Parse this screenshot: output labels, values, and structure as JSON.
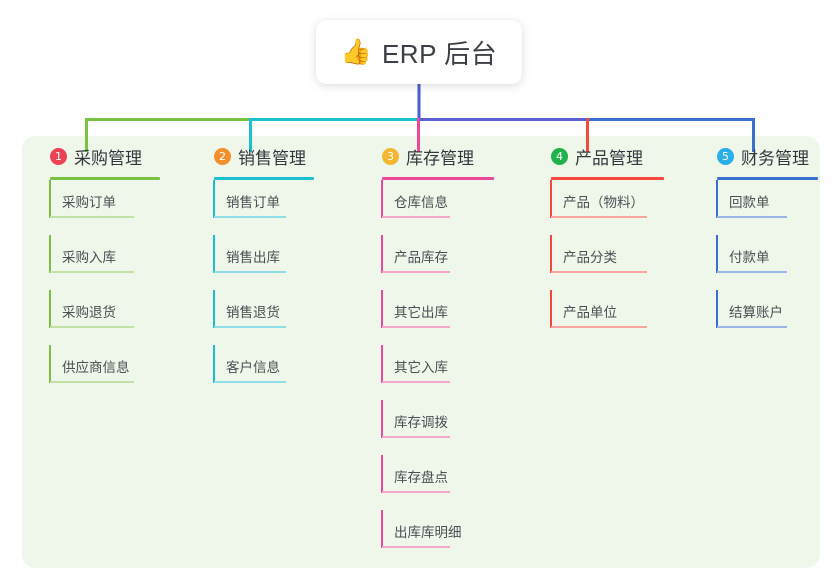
{
  "diagram": {
    "title": "ERP 后台",
    "root": {
      "icon": "thumbs-up-icon",
      "icon_glyph": "👍",
      "label": "ERP 后台"
    },
    "panel_bg": "#eef7e9",
    "branches": [
      {
        "index": "1",
        "label": "采购管理",
        "color": "#7cc242",
        "child_color": "#c3e1a4",
        "badge_color": "#ea4454",
        "children": [
          "采购订单",
          "采购入库",
          "采购退货",
          "供应商信息"
        ]
      },
      {
        "index": "2",
        "label": "销售管理",
        "color": "#1cbfcf",
        "child_color": "#8fdde6",
        "badge_color": "#f0912e",
        "children": [
          "销售订单",
          "销售出库",
          "销售退货",
          "客户信息"
        ]
      },
      {
        "index": "3",
        "label": "库存管理",
        "color": "#ec4899",
        "child_color": "#f4a6cb",
        "badge_color": "#f5b731",
        "children": [
          "仓库信息",
          "产品库存",
          "其它出库",
          "其它入库",
          "库存调拨",
          "库存盘点",
          "出库库明细"
        ]
      },
      {
        "index": "4",
        "label": "产品管理",
        "color": "#f5493d",
        "child_color": "#f9a49e",
        "badge_color": "#22b24c",
        "children": [
          "产品（物料）",
          "产品分类",
          "产品单位"
        ]
      },
      {
        "index": "5",
        "label": "财务管理",
        "color": "#3a6fd0",
        "child_color": "#9bb5e6",
        "badge_color": "#2ab0e8",
        "children": [
          "回款单",
          "付款单",
          "结算账户"
        ]
      }
    ],
    "connector_bus_color_segments": [
      "#7cc242",
      "#1cbfcf",
      "#5a5fd0",
      "#3a6fd0"
    ],
    "root_stem_color": "#4a5fd4"
  }
}
